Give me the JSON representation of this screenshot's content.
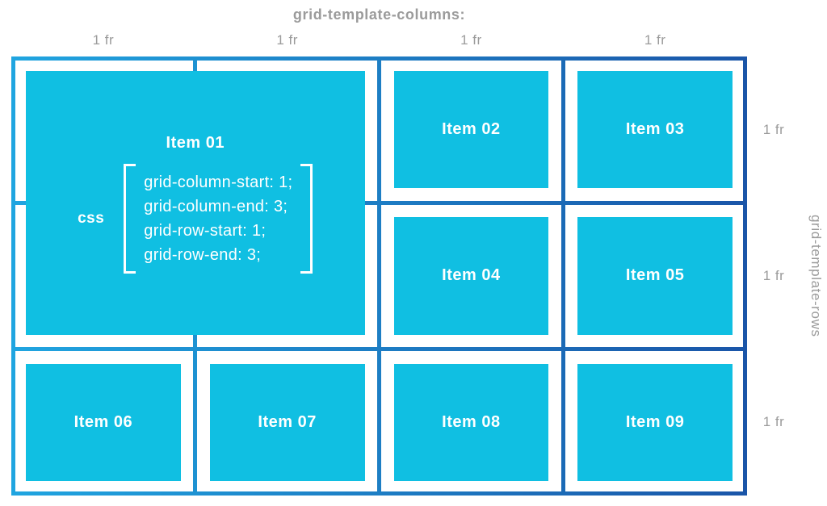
{
  "axes": {
    "columns_title": "grid-template-columns:",
    "column_tracks": [
      "1 fr",
      "1 fr",
      "1 fr",
      "1 fr"
    ],
    "rows_title": "grid-template-rows",
    "row_tracks": [
      "1 fr",
      "1 fr",
      "1 fr"
    ]
  },
  "items": [
    {
      "label": "Item 01"
    },
    {
      "label": "Item 02"
    },
    {
      "label": "Item 03"
    },
    {
      "label": "Item 04"
    },
    {
      "label": "Item 05"
    },
    {
      "label": "Item 06"
    },
    {
      "label": "Item 07"
    },
    {
      "label": "Item 08"
    },
    {
      "label": "Item 09"
    }
  ],
  "code": {
    "label": "css",
    "lines": [
      "grid-column-start: 1;",
      "grid-column-end: 3;",
      "grid-row-start: 1;",
      "grid-row-end: 3;"
    ]
  },
  "colors": {
    "tile_cyan": "#10bfe2",
    "line_light": "#20a5e0",
    "line_dark": "#1a55a8",
    "label_gray": "#9b9b9b",
    "text_white": "#ffffff"
  }
}
